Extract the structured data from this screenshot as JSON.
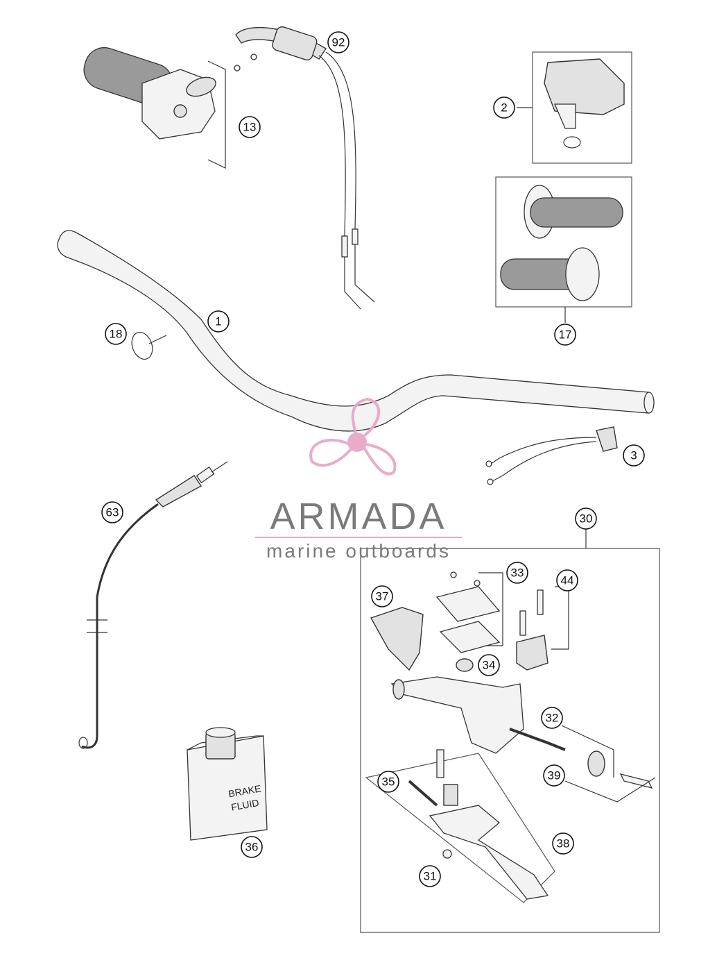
{
  "callouts": [
    {
      "id": "1",
      "label": "1"
    },
    {
      "id": "2",
      "label": "2"
    },
    {
      "id": "3",
      "label": "3"
    },
    {
      "id": "13",
      "label": "13"
    },
    {
      "id": "17",
      "label": "17"
    },
    {
      "id": "18",
      "label": "18"
    },
    {
      "id": "30",
      "label": "30"
    },
    {
      "id": "31",
      "label": "31"
    },
    {
      "id": "32",
      "label": "32"
    },
    {
      "id": "33",
      "label": "33"
    },
    {
      "id": "34",
      "label": "34"
    },
    {
      "id": "35",
      "label": "35"
    },
    {
      "id": "36",
      "label": "36"
    },
    {
      "id": "37",
      "label": "37"
    },
    {
      "id": "38",
      "label": "38"
    },
    {
      "id": "39",
      "label": "39"
    },
    {
      "id": "44",
      "label": "44"
    },
    {
      "id": "63",
      "label": "63"
    },
    {
      "id": "92",
      "label": "92"
    }
  ],
  "bottle": {
    "line1": "BRAKE",
    "line2": "FLUID"
  },
  "watermark": {
    "brand": "ARMADA",
    "tagline": "marine outboards",
    "accent": "#e9a7c8",
    "text_color": "#7a7a7a"
  }
}
